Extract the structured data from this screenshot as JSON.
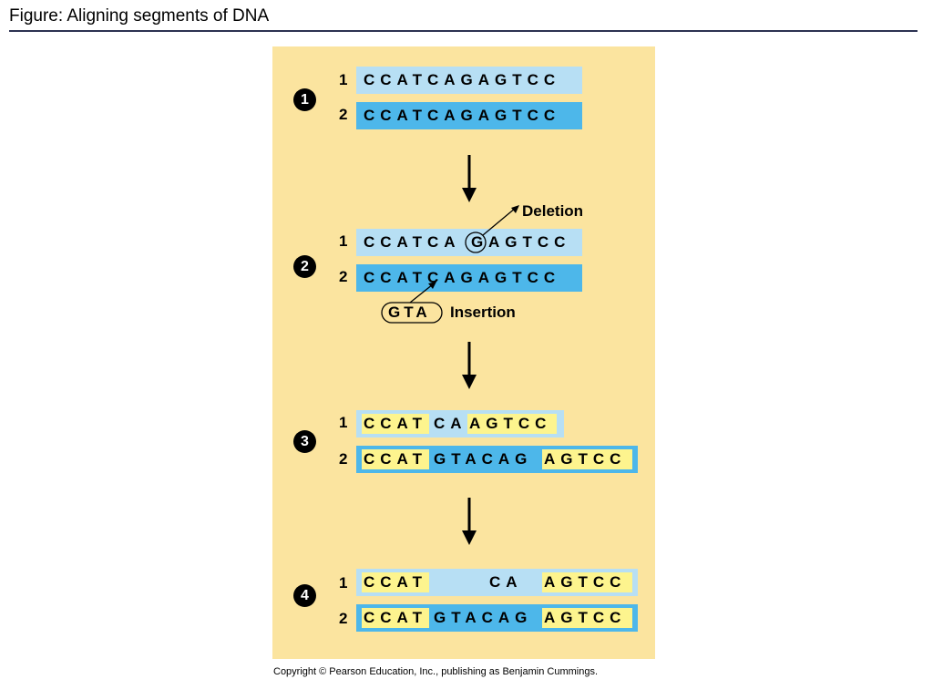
{
  "title": "Figure: Aligning segments of DNA",
  "copyright": "Copyright © Pearson Education, Inc., publishing as Benjamin Cummings.",
  "steps": [
    {
      "badge": "1",
      "row1": {
        "num": "1",
        "seq": "CCATCAGAGTCC"
      },
      "row2": {
        "num": "2",
        "seq": "CCATCAGAGTCC"
      }
    },
    {
      "badge": "2",
      "row1": {
        "num": "1",
        "seq_a": "CCATCA",
        "circled": "G",
        "seq_b": "AGTCC"
      },
      "row2": {
        "num": "2",
        "seq": "CCATCAGAGTCC"
      },
      "deletion_label": "Deletion",
      "insertion_label": "Insertion",
      "insert_seq": "GTA"
    },
    {
      "badge": "3",
      "row1": {
        "num": "1",
        "seq_a": "CCAT",
        "seq_b": "CA",
        "seq_c": "AGTCC"
      },
      "row2": {
        "num": "2",
        "seq_a": "CCAT",
        "seq_b": "GTACAG",
        "seq_c": "AGTCC"
      }
    },
    {
      "badge": "4",
      "row1": {
        "num": "1",
        "seq_a": "CCAT",
        "seq_b": "CA",
        "seq_c": "AGTCC"
      },
      "row2": {
        "num": "2",
        "seq_a": "CCAT",
        "seq_b": "GTACAG",
        "seq_c": "AGTCC"
      }
    }
  ],
  "colors": {
    "panel": "#fbe49f",
    "light_strand": "#b7dff4",
    "dark_strand": "#4db7ea",
    "highlight": "#fdf48e"
  }
}
